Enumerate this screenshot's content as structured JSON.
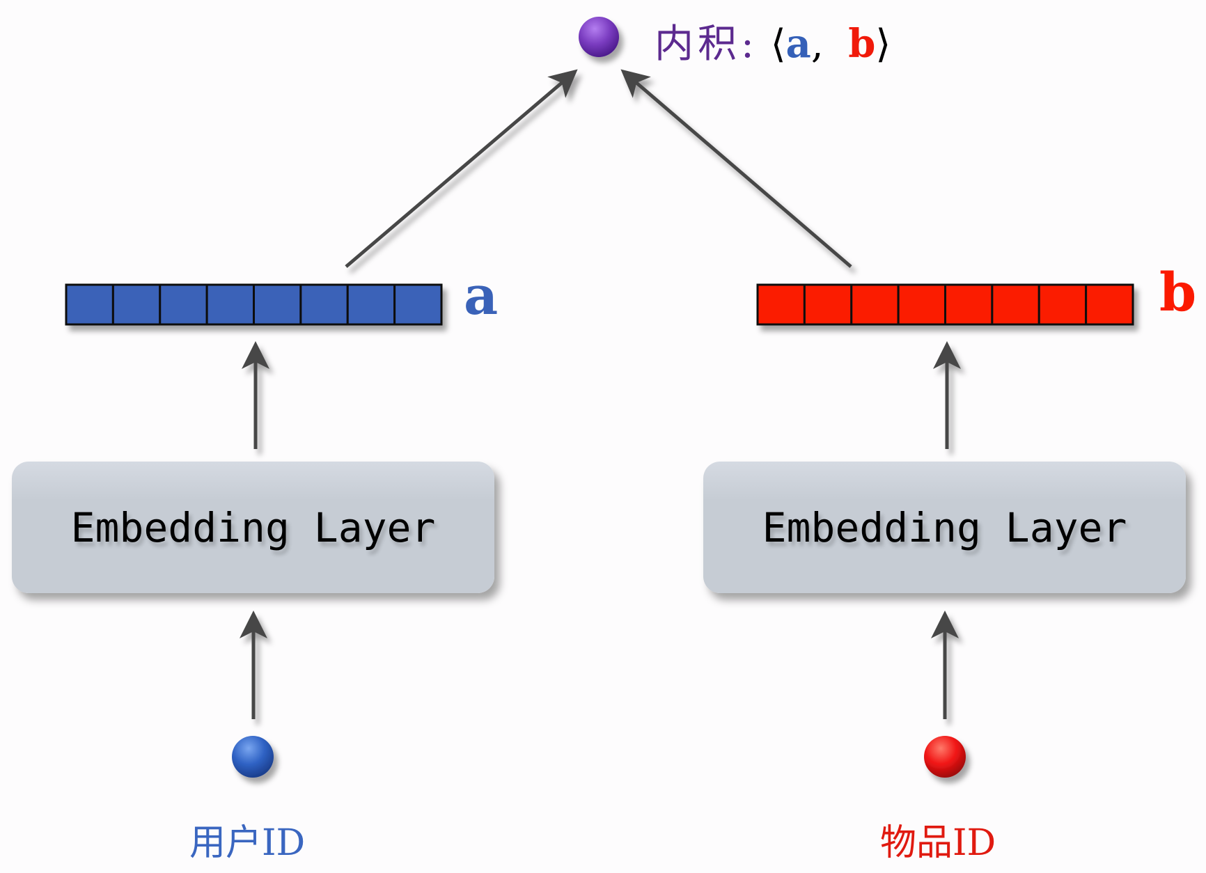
{
  "formula": {
    "title": "内积:",
    "open": "⟨",
    "a": "a",
    "comma": ",",
    "b": "b",
    "close": "⟩"
  },
  "left": {
    "vector_label": "a",
    "vector_cells": 8,
    "vector_color": "#3a62b8",
    "layer_label": "Embedding Layer",
    "input_label": "用户ID",
    "input_color": "#3a66c0",
    "node_color": "#2f62c4"
  },
  "right": {
    "vector_label": "b",
    "vector_cells": 8,
    "vector_color": "#fb1a00",
    "layer_label": "Embedding Layer",
    "input_label": "物品ID",
    "input_color": "#e01a10",
    "node_color": "#f01414"
  },
  "output_node_color": "#7a3cc0",
  "arrow_color": "#464646"
}
